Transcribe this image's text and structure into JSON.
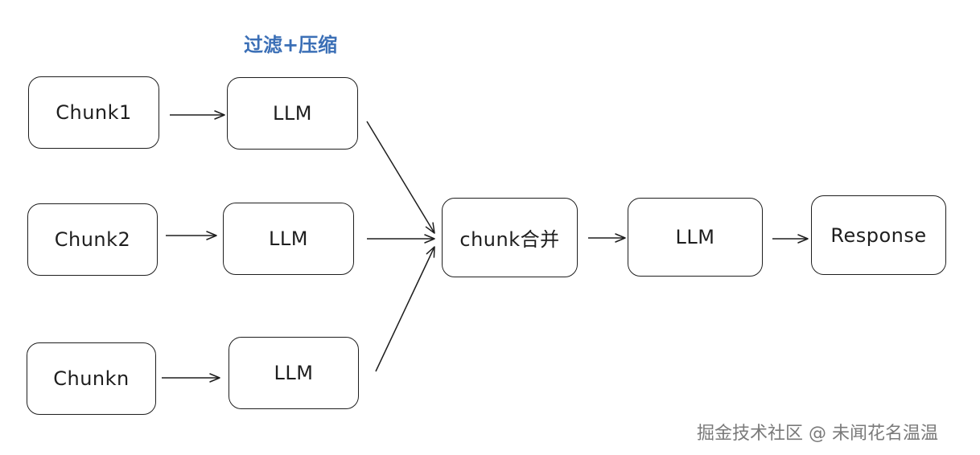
{
  "annotation": "过滤+压缩",
  "nodes": {
    "chunk1": "Chunk1",
    "chunk2": "Chunk2",
    "chunkn": "Chunkn",
    "llm1": "LLM",
    "llm2": "LLM",
    "llm3": "LLM",
    "merge": "chunk合并",
    "llm_final": "LLM",
    "response": "Response"
  },
  "watermark": "掘金技术社区 @ 未闻花名温温",
  "colors": {
    "stroke": "#1e1e1e",
    "annotation": "#3b6fb6",
    "watermark": "#7a7a7a"
  }
}
